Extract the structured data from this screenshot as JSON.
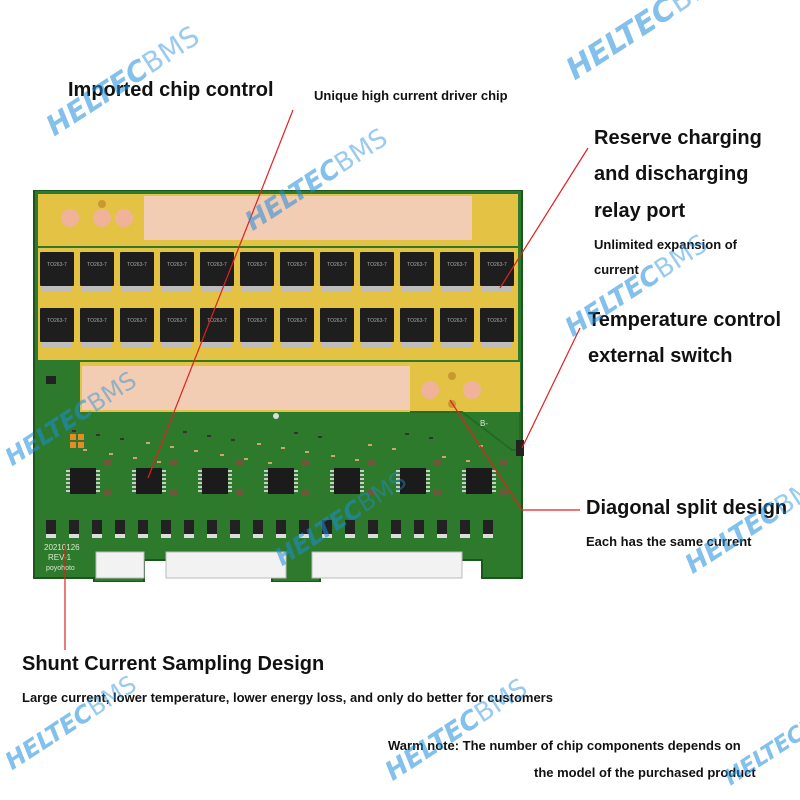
{
  "callouts": {
    "imported_chip": {
      "title": "Imported chip control",
      "desc": "Unique high current driver chip"
    },
    "relay_port": {
      "line1": "Reserve charging",
      "line2": "and discharging",
      "line3": "relay port",
      "desc1": "Unlimited expansion of",
      "desc2": "current"
    },
    "temperature": {
      "line1": "Temperature control",
      "line2": "external switch"
    },
    "diagonal": {
      "title": "Diagonal split design",
      "desc": "Each has the same current"
    },
    "shunt": {
      "title": "Shunt Current Sampling Design",
      "desc": "Large current, lower temperature, lower energy loss, and only do better for customers"
    }
  },
  "warm_note": {
    "line1": "Warm note: The number of chip components depends on",
    "line2": "the model of the purchased product"
  },
  "watermark": {
    "brand": "HELTEC",
    "suffix": "BMS"
  },
  "board": {
    "mosfet_label": "TO263-7",
    "silk_date": "20210126",
    "silk_rev": "REV-1",
    "silk_brand": "poyohoto",
    "silk_terminal": "B-"
  },
  "colors": {
    "pcb_green": "#2f7a2c",
    "pcb_edge": "#1e5a1f",
    "pad_gold": "#e8c54a",
    "copper_pink": "#f2c9b0",
    "callout_red": "#e02020",
    "watermark_blue": "#1e8cdc"
  }
}
